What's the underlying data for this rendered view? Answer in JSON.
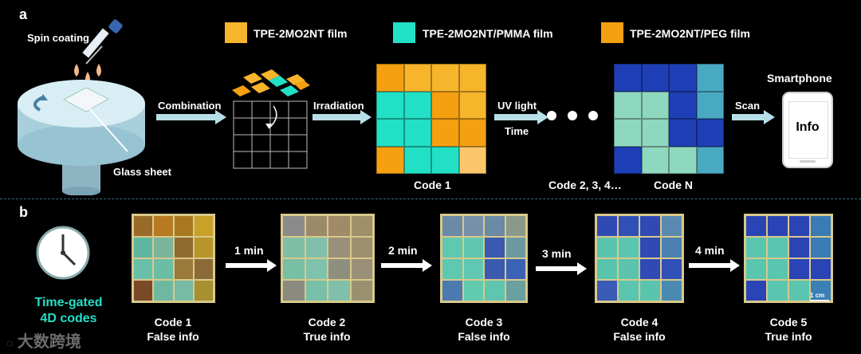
{
  "panels": {
    "a": "a",
    "b": "b"
  },
  "legend": [
    {
      "label": "TPE-2MO2NT film",
      "color": "#f7b52b"
    },
    {
      "label": "TPE-2MO2NT/PMMA film",
      "color": "#22e0c6"
    },
    {
      "label": "TPE-2MO2NT/PEG film",
      "color": "#f5a010"
    }
  ],
  "panel_a": {
    "spin_coating": "Spin coating",
    "glass_sheet": "Glass sheet",
    "combination": "Combination",
    "irradiation": "Irradiation",
    "uv_light": "UV light",
    "time": "Time",
    "scan": "Scan",
    "smartphone": "Smartphone",
    "info": "Info",
    "code1": "Code 1",
    "code_2_3_4": "Code 2, 3, 4…",
    "code_n": "Code N"
  },
  "code1_colors": [
    "#f5a010",
    "#f7b52b",
    "#f7b52b",
    "#f7b52b",
    "#22e0c6",
    "#22e0c6",
    "#f5a010",
    "#f7b52b",
    "#22e0c6",
    "#22e0c6",
    "#f5a010",
    "#f5a010",
    "#f5a010",
    "#22e0c6",
    "#22e0c6",
    "#fbc66a"
  ],
  "coden_colors": [
    "#1e3fb5",
    "#1e3fb5",
    "#1e3fb5",
    "#4aa9c2",
    "#8fd8c0",
    "#8fd8c0",
    "#1e3fb5",
    "#4aa9c2",
    "#8fd8c0",
    "#8fd8c0",
    "#1e3fb5",
    "#1e3fb5",
    "#1e3fb5",
    "#8fd8c0",
    "#8fd8c0",
    "#4aa9c2"
  ],
  "panel_b": {
    "time_gated": "Time-gated",
    "codes_4d": "4D codes",
    "scale_bar": "1 cm",
    "steps": [
      "1 min",
      "2 min",
      "3 min",
      "4 min"
    ],
    "codes": [
      {
        "name": "Code 1",
        "info": "False info",
        "colors": [
          "#9a6a2a",
          "#b87a20",
          "#a8781f",
          "#c9a028",
          "#5fb6a0",
          "#7ab59a",
          "#8f6a30",
          "#b8952a",
          "#68c0a8",
          "#6cbda6",
          "#9a7a3a",
          "#8c6a38",
          "#7a4a28",
          "#6fb8a0",
          "#78bba4",
          "#a89030"
        ]
      },
      {
        "name": "Code 2",
        "info": "True info",
        "colors": [
          "#8a8a8a",
          "#9a8a6a",
          "#a08a6a",
          "#a0906a",
          "#7fbfa8",
          "#80c0aa",
          "#9a8f78",
          "#9c9070",
          "#78bfa6",
          "#7ec2ac",
          "#8f8f80",
          "#9a9078",
          "#8a8a80",
          "#78c0a8",
          "#80c0aa",
          "#9a9070"
        ]
      },
      {
        "name": "Code 3",
        "info": "False info",
        "colors": [
          "#6a8aa8",
          "#7590a8",
          "#6a8aa5",
          "#8a9a8a",
          "#5fc8b0",
          "#60c6ae",
          "#3a5ab0",
          "#6a9aa0",
          "#5ec8b0",
          "#60c8b2",
          "#3a5ab0",
          "#3a62b5",
          "#4a7ab0",
          "#62caae",
          "#5ec6ae",
          "#6aa0a0"
        ]
      },
      {
        "name": "Code 4",
        "info": "False info",
        "colors": [
          "#2f4ab5",
          "#3050b8",
          "#2f4ab5",
          "#5a8ab0",
          "#5ac4ae",
          "#5bc6b0",
          "#2f4ab5",
          "#4a80b2",
          "#58c4ac",
          "#5ac4ae",
          "#2f4ab5",
          "#3050b5",
          "#3a5ab5",
          "#5ac6b0",
          "#5ac4ae",
          "#4a8ab0"
        ]
      },
      {
        "name": "Code 5",
        "info": "True info",
        "colors": [
          "#2a44b5",
          "#2a44b5",
          "#2a44b5",
          "#3a7ab5",
          "#5ac6b0",
          "#5ac6b0",
          "#2a44b5",
          "#3a7ab5",
          "#5ac6b0",
          "#5ac6b0",
          "#2a44b5",
          "#2a44b5",
          "#2a44b5",
          "#5ac6b0",
          "#5ac6b0",
          "#3a80b5"
        ]
      }
    ]
  },
  "watermark": "大数跨境"
}
